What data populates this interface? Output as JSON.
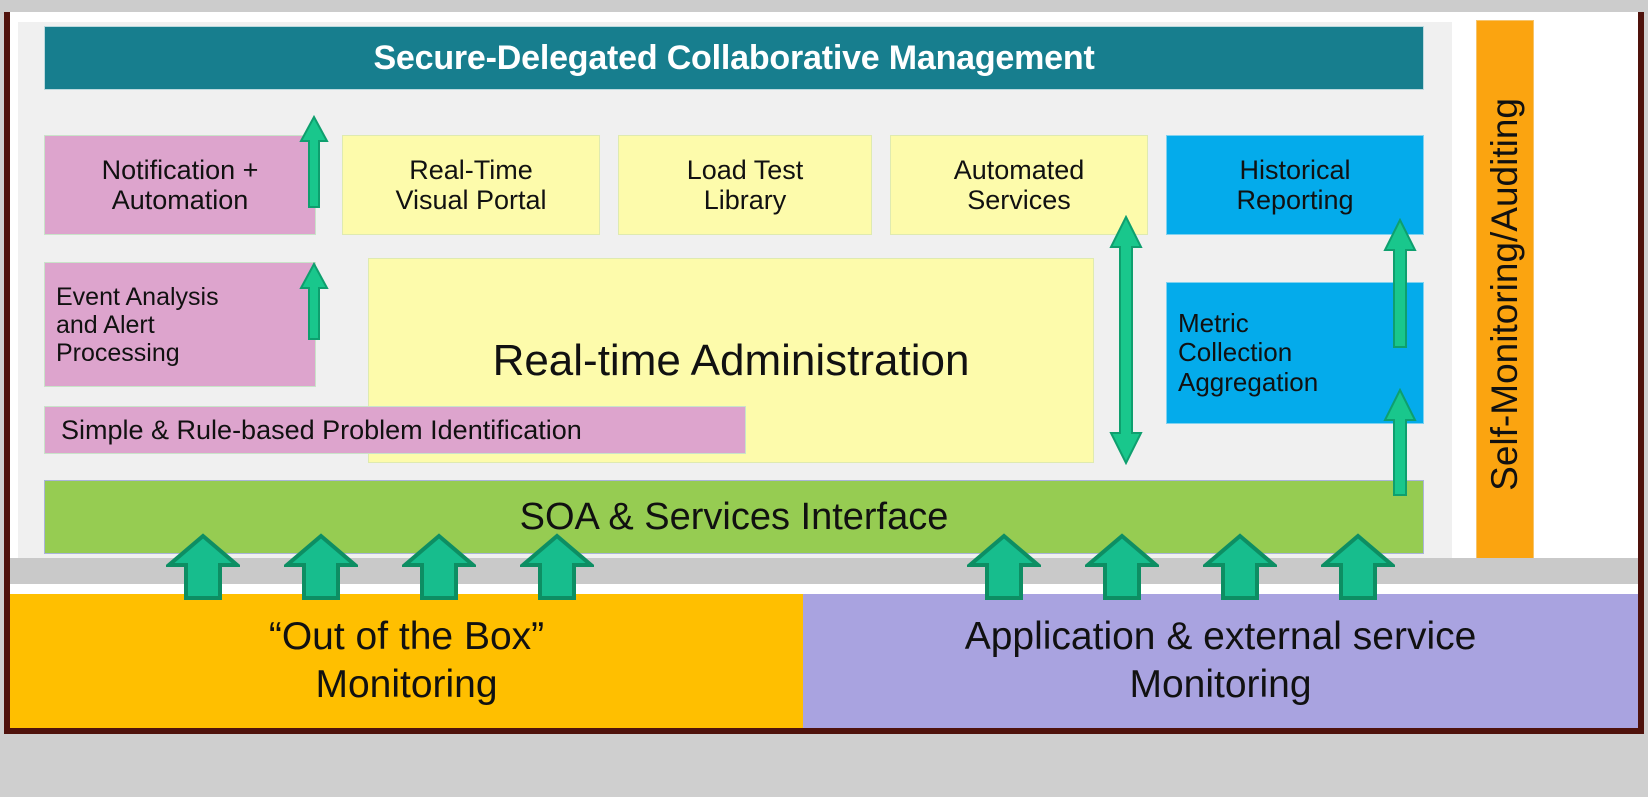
{
  "header": {
    "title": "Secure-Delegated Collaborative Management"
  },
  "sidebar": {
    "label": "Self-Monitoring/Auditing"
  },
  "boxes": {
    "notification": "Notification +\nAutomation",
    "notification_line1": "Notification +",
    "notification_line2": "Automation",
    "realtime_visual_portal_line1": "Real-Time",
    "realtime_visual_portal_line2": "Visual Portal",
    "load_test_line1": "Load Test",
    "load_test_line2": "Library",
    "automated_services_line1": "Automated",
    "automated_services_line2": "Services",
    "historical_reporting_line1": "Historical",
    "historical_reporting_line2": "Reporting",
    "event_analysis_line1": "Event Analysis",
    "event_analysis_line2": "and Alert",
    "event_analysis_line3": "Processing",
    "realtime_administration": "Real-time Administration",
    "metric_collection_line1": "Metric",
    "metric_collection_line2": "Collection",
    "metric_collection_line3": "Aggregation",
    "simple_rule_based": "Simple & Rule-based Problem Identification",
    "soa_services_interface": "SOA & Services Interface"
  },
  "bottom": {
    "out_of_the_box_line1": "“Out of the Box”",
    "out_of_the_box_line2": "Monitoring",
    "application_external_line1": "Application & external service",
    "application_external_line2": "Monitoring"
  },
  "colors": {
    "header_teal": "#177e8e",
    "pink": "#dda4cd",
    "yellow": "#fdfbab",
    "blue": "#04abeb",
    "green_band": "#96cc52",
    "sidebar_orange": "#fba410",
    "bottom_orange": "#ffbf00",
    "bottom_purple": "#a9a3e0",
    "arrow_green": "#19c78c",
    "arrow_green_outline": "#0e9f6e",
    "frame_maroon": "#4f120c",
    "panel_bg": "#f0f0f0"
  },
  "arrows": {
    "slim_up": "arrow-up",
    "double_vertical": "arrow-up-down",
    "fat_up": "arrow-up-thick"
  }
}
